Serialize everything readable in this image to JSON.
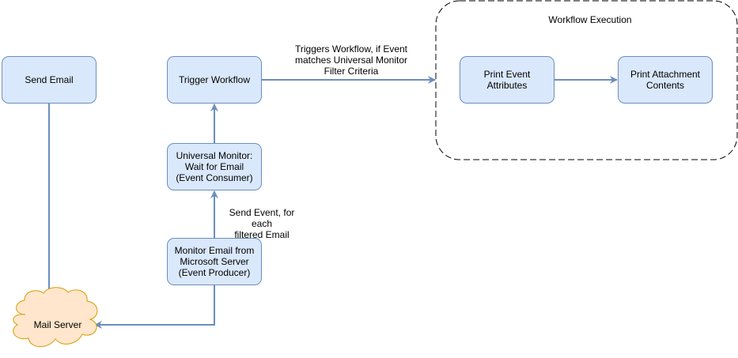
{
  "nodes": {
    "send_email": "Send Email",
    "trigger_workflow": "Trigger Workflow",
    "universal_monitor": "Universal Monitor:\nWait for Email\n(Event Consumer)",
    "monitor_email": "Monitor Email from\nMicrosoft Server\n(Event Producer)",
    "mail_server": "Mail Server",
    "print_event_attributes": "Print Event Attributes",
    "print_attachment_contents": "Print Attachment\nContents"
  },
  "group": {
    "title": "Workflow Execution"
  },
  "edge_labels": {
    "triggers_workflow": "Triggers Workflow, if Event\nmatches Universal Monitor\nFilter Criteria",
    "send_event": "Send Event, for each\nfiltered Email"
  },
  "colors": {
    "box_fill": "#dae8fc",
    "box_stroke": "#6c8ebf",
    "cloud_fill": "#ffe6cc",
    "cloud_stroke": "#d79b00",
    "edge": "#6c8ebf",
    "group_border": "#000000"
  }
}
